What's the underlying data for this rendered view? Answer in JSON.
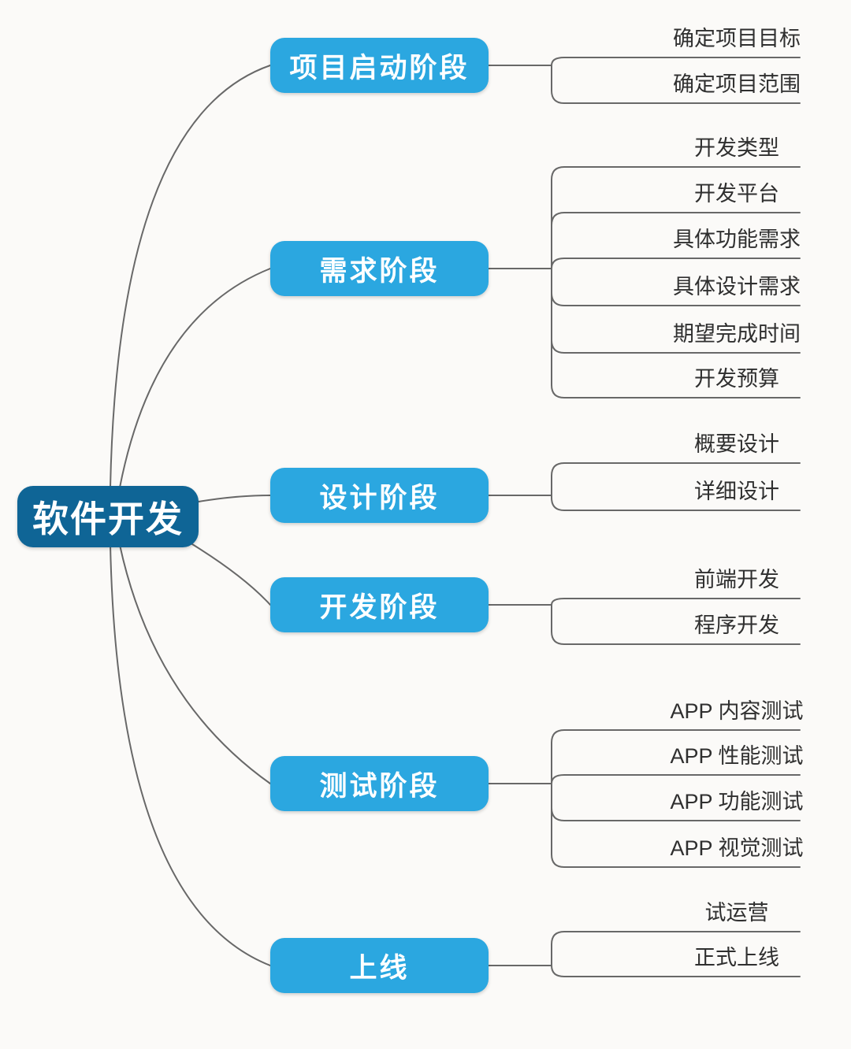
{
  "root": {
    "label": "软件开发"
  },
  "branches": [
    {
      "label": "项目启动阶段",
      "children": [
        "确定项目目标",
        "确定项目范围"
      ]
    },
    {
      "label": "需求阶段",
      "children": [
        "开发类型",
        "开发平台",
        "具体功能需求",
        "具体设计需求",
        "期望完成时间",
        "开发预算"
      ]
    },
    {
      "label": "设计阶段",
      "children": [
        "概要设计",
        "详细设计"
      ]
    },
    {
      "label": "开发阶段",
      "children": [
        "前端开发",
        "程序开发"
      ]
    },
    {
      "label": "测试阶段",
      "children": [
        "APP 内容测试",
        "APP 性能测试",
        "APP 功能测试",
        "APP 视觉测试"
      ]
    },
    {
      "label": "上线",
      "children": [
        "试运营",
        "正式上线"
      ]
    }
  ],
  "colors": {
    "background": "#fbfaf8",
    "root_bg": "#0f6596",
    "branch_bg": "#2ba7e0",
    "node_text": "#ffffff",
    "leaf_text": "#2f2f2f",
    "line": "#686868"
  }
}
